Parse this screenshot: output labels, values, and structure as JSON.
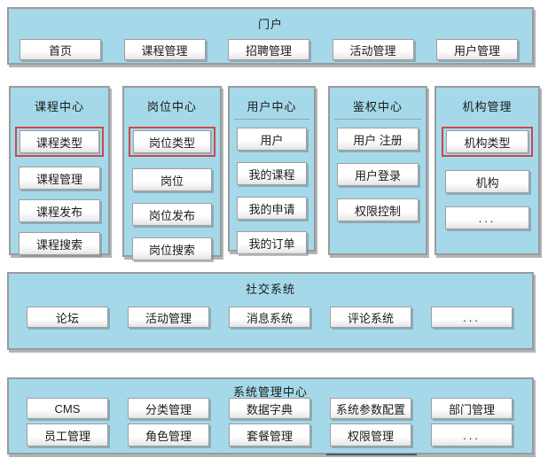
{
  "colors": {
    "section_bg": "#A5D9EA",
    "section_border": "#9B9B9B",
    "button_bg": "#FFFFFF",
    "button_border": "#9E9E9E",
    "highlight_red": "#CE4747",
    "text": "#1A1A1A"
  },
  "portal": {
    "title": "门户",
    "items": [
      {
        "label": "首页"
      },
      {
        "label": "课程管理"
      },
      {
        "label": "招聘管理"
      },
      {
        "label": "活动管理"
      },
      {
        "label": "用户管理"
      }
    ]
  },
  "centers": {
    "columns": [
      {
        "title": "课程中心",
        "title_underline": false,
        "items": [
          {
            "label": "课程类型",
            "highlighted": true
          },
          {
            "label": "课程管理"
          },
          {
            "label": "课程发布"
          },
          {
            "label": "课程搜索"
          }
        ]
      },
      {
        "title": "岗位中心",
        "title_underline": false,
        "items": [
          {
            "label": "岗位类型",
            "highlighted": true
          },
          {
            "label": "岗位"
          },
          {
            "label": "岗位发布"
          },
          {
            "label": "岗位搜索"
          }
        ]
      },
      {
        "title": "用户中心",
        "title_underline": true,
        "items": [
          {
            "label": "用户"
          },
          {
            "label": "我的课程"
          },
          {
            "label": "我的申请"
          },
          {
            "label": "我的订单"
          }
        ]
      },
      {
        "title": "鉴权中心",
        "title_underline": true,
        "items": [
          {
            "label": "用户 注册"
          },
          {
            "label": "用户登录"
          },
          {
            "label": "权限控制"
          }
        ]
      },
      {
        "title": "机构管理",
        "title_underline": false,
        "items": [
          {
            "label": "机构类型",
            "highlighted": true
          },
          {
            "label": "机构"
          },
          {
            "label": "..."
          }
        ]
      }
    ]
  },
  "social": {
    "title": "社交系统",
    "items": [
      {
        "label": "论坛"
      },
      {
        "label": "活动管理"
      },
      {
        "label": "消息系统"
      },
      {
        "label": "评论系统"
      },
      {
        "label": "..."
      }
    ]
  },
  "system": {
    "title": "系统管理中心",
    "rows": [
      {
        "items": [
          {
            "label": "CMS"
          },
          {
            "label": "分类管理"
          },
          {
            "label": "数据字典"
          },
          {
            "label": "系统参数配置"
          },
          {
            "label": "部门管理"
          }
        ]
      },
      {
        "items": [
          {
            "label": "员工管理"
          },
          {
            "label": "角色管理"
          },
          {
            "label": "套餐管理"
          },
          {
            "label": "权限管理"
          },
          {
            "label": "..."
          }
        ]
      }
    ]
  }
}
